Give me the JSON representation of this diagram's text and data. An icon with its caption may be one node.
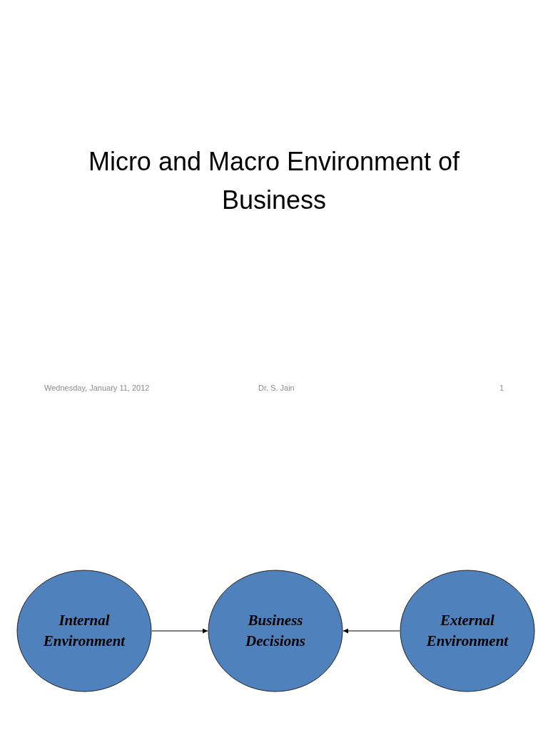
{
  "diagram": {
    "title": "Micro and Macro Environment of Business",
    "nodes": [
      {
        "text": [
          "Internal Environment"
        ]
      },
      {
        "text": [
          "Business Decisions"
        ]
      },
      {
        "text": [
          "External Environment"
        ]
      }
    ],
    "edges": [
      {
        "from": 0,
        "to": 1,
        "arrow": "to"
      },
      {
        "from": 2,
        "to": 1,
        "arrow": "to"
      }
    ],
    "labels": [
      "Wednesday, January 11, 2012",
      "Dr. S. Jain",
      "1"
    ]
  }
}
